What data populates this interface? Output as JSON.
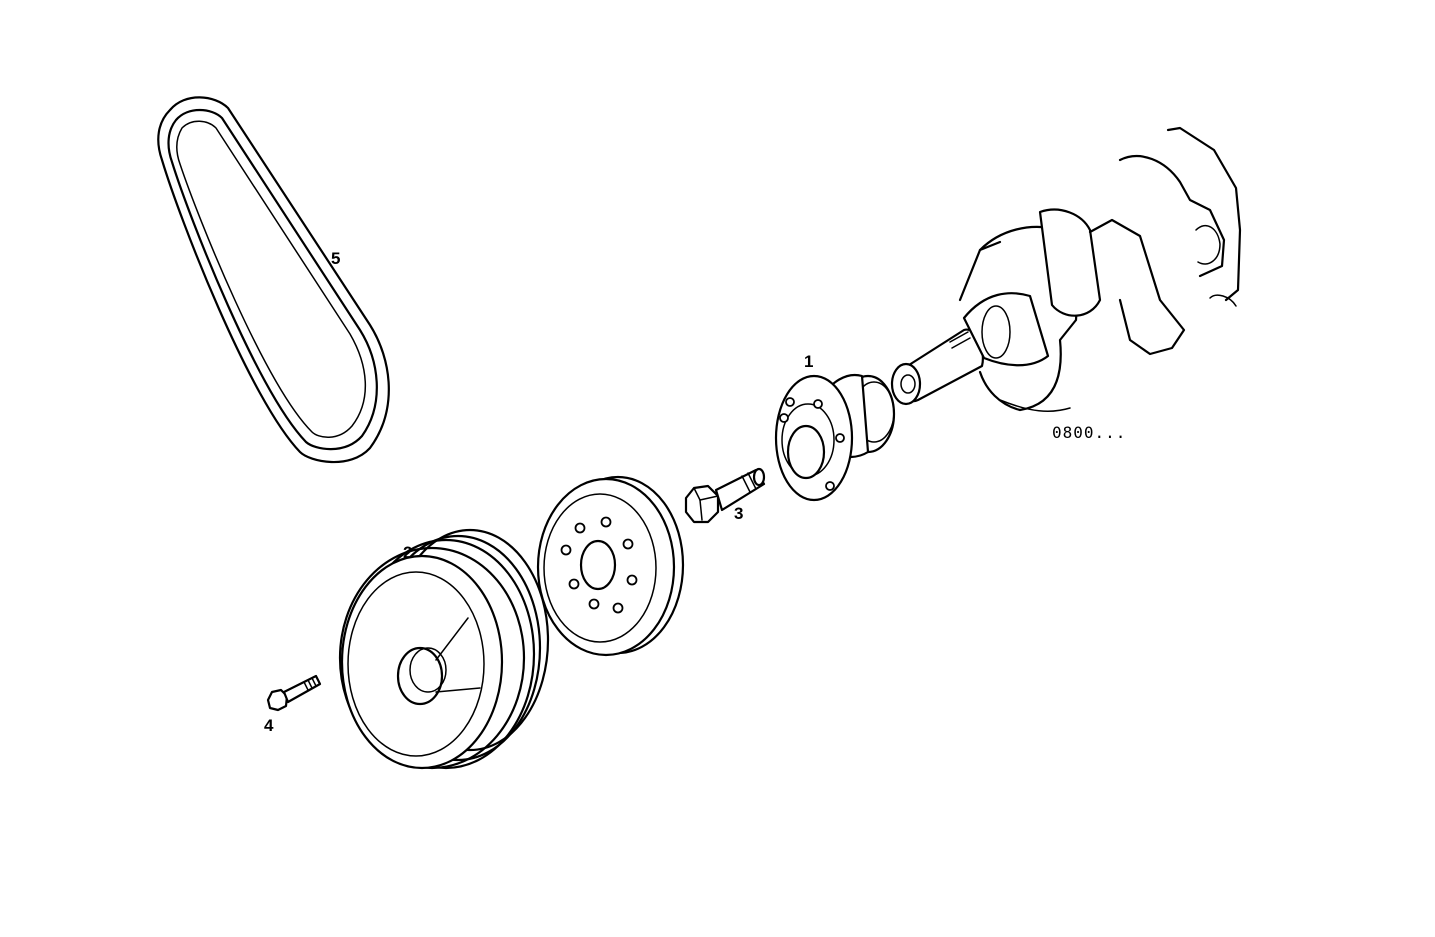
{
  "callouts": {
    "part_1": "1",
    "part_2": "2",
    "part_3": "3",
    "part_4": "4",
    "part_5": "5"
  },
  "reference": "0800..."
}
